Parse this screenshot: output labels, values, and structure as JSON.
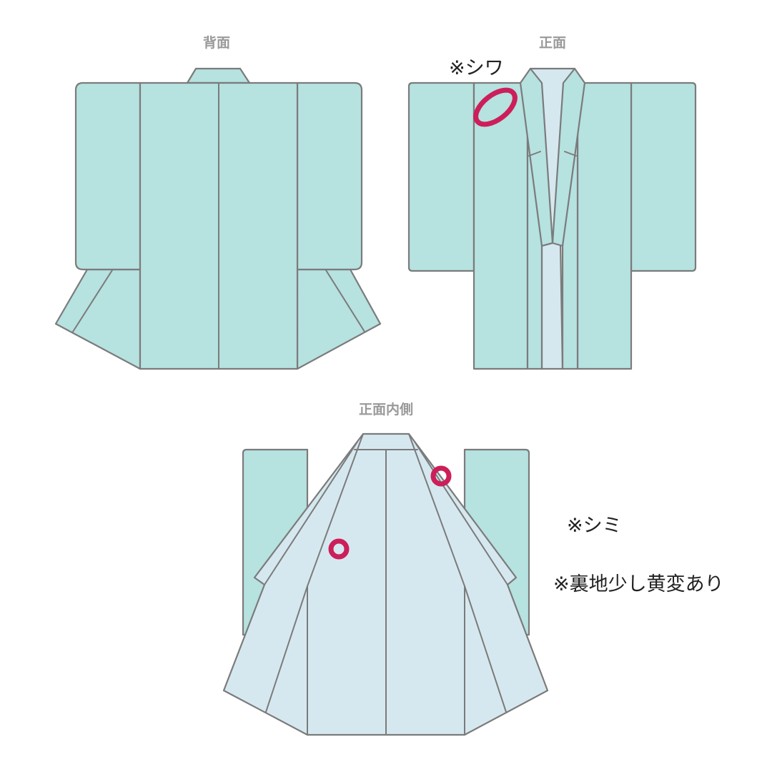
{
  "views": {
    "back": {
      "label": "背面"
    },
    "front": {
      "label": "正面"
    },
    "inside": {
      "label": "正面内側"
    }
  },
  "annotations": {
    "wrinkle": "※シワ",
    "stain": "※シミ",
    "lining": "※裏地少し黄変あり"
  },
  "colors": {
    "outer_fabric": "#b6e2e0",
    "lining_fabric": "#d6e8ef",
    "outline": "#7b7b7b",
    "marker": "#cc1f5a",
    "view_label": "#999999",
    "note_text": "#222222"
  }
}
